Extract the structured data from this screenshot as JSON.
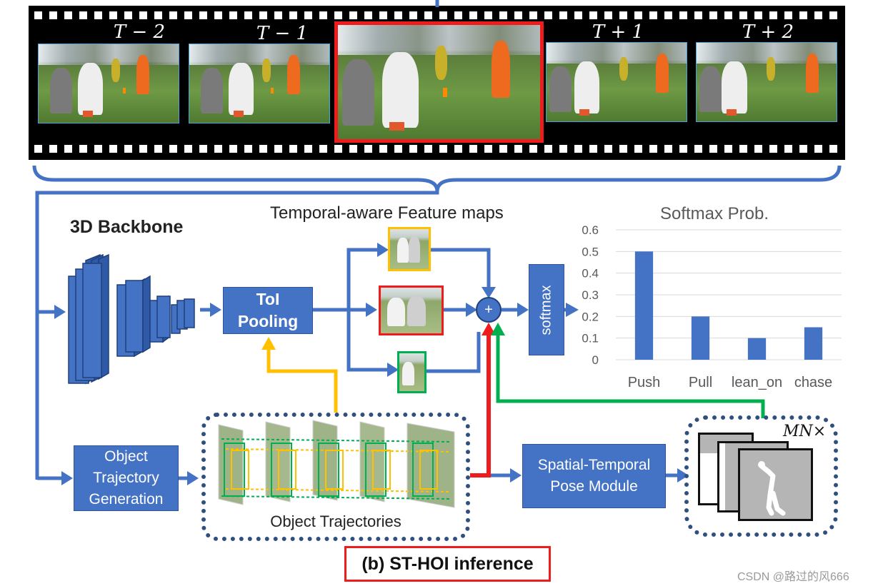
{
  "film": {
    "frame_labels": [
      "T − 2",
      "T − 1",
      "T + 1",
      "T + 2"
    ]
  },
  "backbone": {
    "title": "3D Backbone"
  },
  "feature_maps": {
    "title": "Temporal-aware Feature maps"
  },
  "toi": {
    "label_line1": "ToI",
    "label_line2": "Pooling"
  },
  "sum_symbol": "+",
  "softmax": {
    "label": "softmax"
  },
  "trajectory_gen": {
    "line1": "Object",
    "line2": "Trajectory",
    "line3": "Generation"
  },
  "object_trajectories": {
    "label": "Object Trajectories"
  },
  "pose_module": {
    "line1": "Spatial-Temporal",
    "line2": "Pose Module"
  },
  "pose_multiplier": "MN×",
  "caption": "(b) ST-HOI inference",
  "watermark": "CSDN @路过的风666",
  "colors": {
    "blue": "#4472c4",
    "red": "#ee1c1c",
    "yellow": "#ffc000",
    "green": "#00b050",
    "navy": "#2f4f7f"
  },
  "chart_data": {
    "type": "bar",
    "title": "Softmax Prob.",
    "categories": [
      "Push",
      "Pull",
      "lean_on",
      "chase"
    ],
    "values": [
      0.5,
      0.2,
      0.1,
      0.15
    ],
    "ylim": [
      0,
      0.6
    ],
    "yticks": [
      "0",
      "0.1",
      "0.2",
      "0.3",
      "0.4",
      "0.5",
      "0.6"
    ],
    "xlabel": "",
    "ylabel": "",
    "grid": true,
    "color": "#4472c4"
  }
}
